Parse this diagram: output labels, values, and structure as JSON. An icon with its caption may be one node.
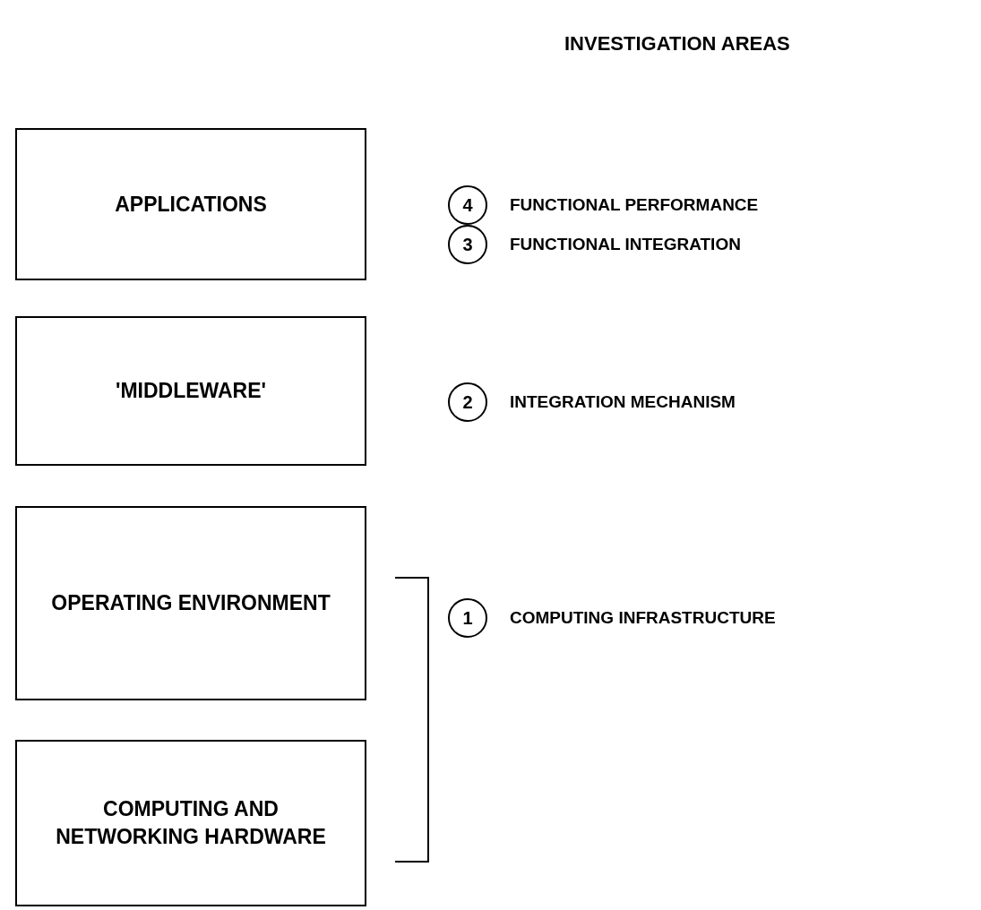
{
  "diagram": {
    "title": "INVESTIGATION AREAS",
    "nodes": [
      {
        "text": [
          "APPLICATIONS"
        ]
      },
      {
        "text": [
          "'MIDDLEWARE'"
        ]
      },
      {
        "text": [
          "OPERATING ENVIRONMENT"
        ]
      },
      {
        "text": [
          "COMPUTING AND NETWORKING HARDWARE"
        ]
      },
      {
        "text": [
          "4"
        ],
        "beside": [
          "FUNCTIONAL PERFORMANCE"
        ]
      },
      {
        "text": [
          "3"
        ],
        "beside": [
          "FUNCTIONAL INTEGRATION"
        ]
      },
      {
        "text": [
          "2"
        ],
        "beside": [
          "INTEGRATION MECHANISM"
        ]
      },
      {
        "text": [
          "1"
        ],
        "beside": [
          "COMPUTING INFRASTRUCTURE"
        ]
      }
    ]
  }
}
